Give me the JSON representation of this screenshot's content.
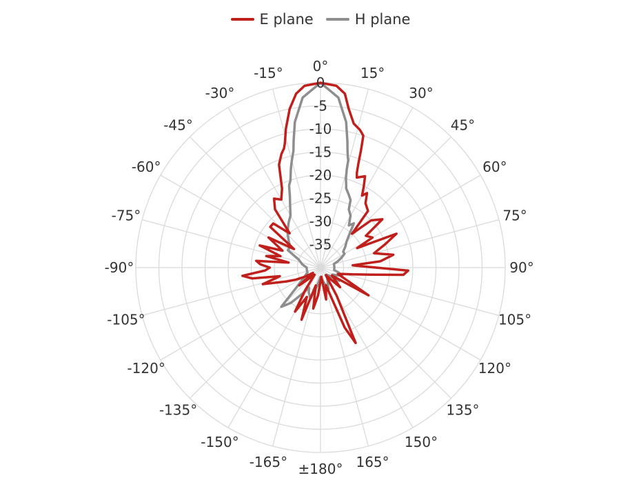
{
  "chart_data": {
    "type": "line",
    "subtype": "polar",
    "title": "",
    "legend_position": "top",
    "grid": true,
    "angle_tick_labels": [
      "0°",
      "15°",
      "30°",
      "45°",
      "60°",
      "75°",
      "90°",
      "105°",
      "120°",
      "135°",
      "150°",
      "165°",
      "±180°",
      "-165°",
      "-150°",
      "-135°",
      "-120°",
      "-105°",
      "-90°",
      "-75°",
      "-60°",
      "-45°",
      "-30°",
      "-15°"
    ],
    "angle_ticks": [
      0,
      15,
      30,
      45,
      60,
      75,
      90,
      105,
      120,
      135,
      150,
      165,
      180,
      -165,
      -150,
      -135,
      -120,
      -105,
      -90,
      -75,
      -60,
      -45,
      -30,
      -15
    ],
    "radial_tick_labels": [
      "0",
      "-5",
      "-10",
      "-15",
      "-20",
      "-25",
      "-30",
      "-35"
    ],
    "radial_ticks": [
      0,
      -5,
      -10,
      -15,
      -20,
      -25,
      -30,
      -35
    ],
    "rlim": [
      -40,
      0
    ],
    "series": [
      {
        "name": "E plane",
        "color": "#c0201c",
        "points": [
          [
            0,
            0
          ],
          [
            5,
            -0.5
          ],
          [
            8,
            -2
          ],
          [
            10,
            -5
          ],
          [
            13,
            -8
          ],
          [
            16,
            -9
          ],
          [
            18,
            -10
          ],
          [
            19,
            -13
          ],
          [
            20,
            -16
          ],
          [
            21,
            -18
          ],
          [
            22,
            -19
          ],
          [
            26,
            -18
          ],
          [
            28,
            -20
          ],
          [
            30,
            -22
          ],
          [
            32,
            -21
          ],
          [
            35,
            -23
          ],
          [
            40,
            -24
          ],
          [
            43,
            -30
          ],
          [
            47,
            -25
          ],
          [
            52,
            -23
          ],
          [
            55,
            -28
          ],
          [
            60,
            -27
          ],
          [
            62,
            -31
          ],
          [
            66,
            -22
          ],
          [
            70,
            -25
          ],
          [
            75,
            -28
          ],
          [
            80,
            -24
          ],
          [
            84,
            -27
          ],
          [
            86,
            -33
          ],
          [
            89,
            -30
          ],
          [
            92,
            -21
          ],
          [
            95,
            -22
          ],
          [
            98,
            -29
          ],
          [
            102,
            -33
          ],
          [
            106,
            -35
          ],
          [
            110,
            -36
          ],
          [
            115,
            -34
          ],
          [
            120,
            -28
          ],
          [
            125,
            -37
          ],
          [
            135,
            -34
          ],
          [
            145,
            -38
          ],
          [
            150,
            -33
          ],
          [
            155,
            -22
          ],
          [
            158,
            -26
          ],
          [
            163,
            -36
          ],
          [
            170,
            -33
          ],
          [
            175,
            -38
          ],
          [
            180,
            -37
          ],
          [
            -175,
            -34
          ],
          [
            -170,
            -31
          ],
          [
            -165,
            -36
          ],
          [
            -160,
            -28
          ],
          [
            -155,
            -33
          ],
          [
            -150,
            -29
          ],
          [
            -146,
            -34
          ],
          [
            -140,
            -38
          ],
          [
            -135,
            -37
          ],
          [
            -130,
            -34
          ],
          [
            -125,
            -38
          ],
          [
            -120,
            -36
          ],
          [
            -116,
            -34
          ],
          [
            -112,
            -32
          ],
          [
            -106,
            -27
          ],
          [
            -102,
            -31
          ],
          [
            -99,
            -25
          ],
          [
            -96,
            -23
          ],
          [
            -93,
            -28
          ],
          [
            -90,
            -29
          ],
          [
            -87,
            -27
          ],
          [
            -84,
            -26
          ],
          [
            -81,
            -33
          ],
          [
            -78,
            -28
          ],
          [
            -74,
            -31
          ],
          [
            -70,
            -26
          ],
          [
            -66,
            -31
          ],
          [
            -60,
            -27
          ],
          [
            -55,
            -33
          ],
          [
            -51,
            -26
          ],
          [
            -47,
            -26
          ],
          [
            -42,
            -30
          ],
          [
            -38,
            -24
          ],
          [
            -34,
            -22
          ],
          [
            -30,
            -23
          ],
          [
            -26,
            -21
          ],
          [
            -22,
            -16
          ],
          [
            -19,
            -14
          ],
          [
            -17,
            -13
          ],
          [
            -16,
            -12
          ],
          [
            -14,
            -9
          ],
          [
            -11,
            -5
          ],
          [
            -8,
            -2
          ],
          [
            -5,
            -0.5
          ],
          [
            0,
            0
          ]
        ]
      },
      {
        "name": "H plane",
        "color": "#8e8e8e",
        "points": [
          [
            0,
            0
          ],
          [
            6,
            -3
          ],
          [
            10,
            -8
          ],
          [
            12,
            -12
          ],
          [
            13,
            -14
          ],
          [
            14,
            -15.5
          ],
          [
            14.5,
            -16
          ],
          [
            15,
            -18
          ],
          [
            16,
            -20
          ],
          [
            17,
            -21
          ],
          [
            18,
            -22
          ],
          [
            21,
            -23
          ],
          [
            24,
            -24
          ],
          [
            26,
            -26
          ],
          [
            30,
            -27
          ],
          [
            34,
            -29
          ],
          [
            37,
            -28
          ],
          [
            40,
            -30
          ],
          [
            45,
            -32
          ],
          [
            50,
            -33
          ],
          [
            55,
            -34
          ],
          [
            60,
            -34
          ],
          [
            65,
            -35
          ],
          [
            70,
            -36
          ],
          [
            75,
            -37
          ],
          [
            80,
            -37
          ],
          [
            85,
            -37
          ],
          [
            90,
            -37
          ],
          [
            95,
            -37
          ],
          [
            100,
            -37
          ],
          [
            105,
            -36
          ],
          [
            110,
            -35
          ],
          [
            115,
            -36
          ],
          [
            120,
            -37
          ],
          [
            125,
            -35
          ],
          [
            130,
            -37
          ],
          [
            140,
            -38
          ],
          [
            150,
            -37
          ],
          [
            160,
            -35
          ],
          [
            170,
            -37
          ],
          [
            180,
            -38
          ],
          [
            -170,
            -36
          ],
          [
            -162,
            -33
          ],
          [
            -155,
            -34
          ],
          [
            -150,
            -35
          ],
          [
            -145,
            -33
          ],
          [
            -140,
            -30
          ],
          [
            -135,
            -28
          ],
          [
            -130,
            -33
          ],
          [
            -120,
            -36
          ],
          [
            -110,
            -37
          ],
          [
            -100,
            -37
          ],
          [
            -90,
            -37
          ],
          [
            -80,
            -36
          ],
          [
            -70,
            -35
          ],
          [
            -62,
            -32
          ],
          [
            -55,
            -32
          ],
          [
            -50,
            -31
          ],
          [
            -45,
            -30
          ],
          [
            -40,
            -29
          ],
          [
            -35,
            -28
          ],
          [
            -30,
            -27
          ],
          [
            -26,
            -25
          ],
          [
            -23,
            -23
          ],
          [
            -21,
            -21
          ],
          [
            -19,
            -20
          ],
          [
            -17,
            -18
          ],
          [
            -16,
            -17
          ],
          [
            -15,
            -16
          ],
          [
            -13,
            -14
          ],
          [
            -12,
            -12
          ],
          [
            -10,
            -8
          ],
          [
            -6,
            -3
          ],
          [
            0,
            0
          ]
        ]
      }
    ]
  }
}
